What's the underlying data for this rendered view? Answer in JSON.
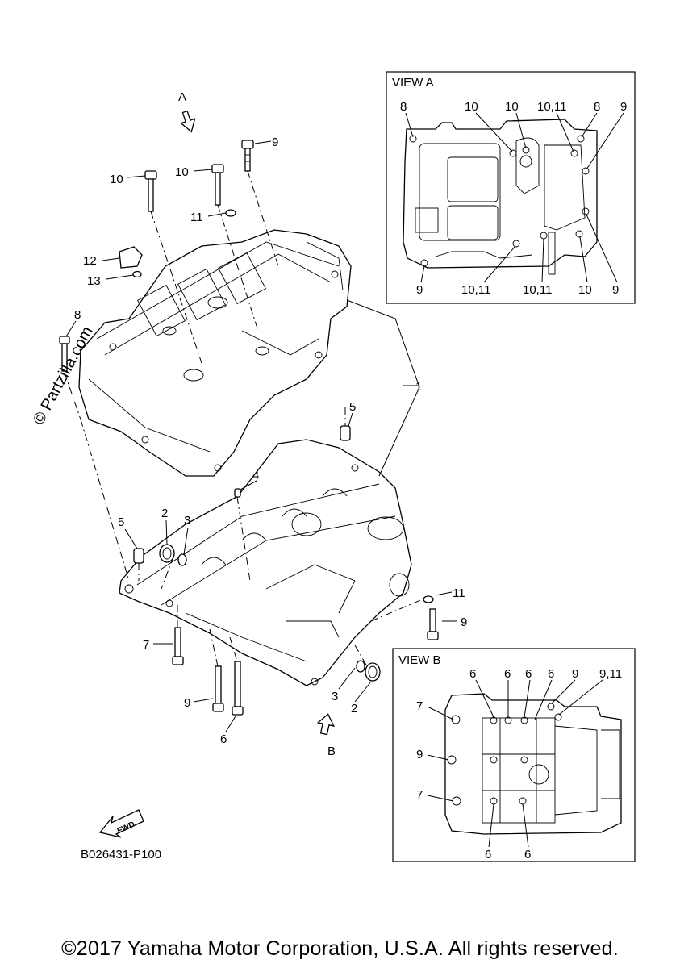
{
  "view_a": {
    "title": "VIEW A",
    "top_labels": [
      "8",
      "10",
      "10",
      "10,11",
      "8",
      "9"
    ],
    "bottom_labels": [
      "9",
      "10,11",
      "10,11",
      "10",
      "9"
    ]
  },
  "view_b": {
    "title": "VIEW B",
    "top_labels": [
      "6",
      "6",
      "6",
      "6",
      "9",
      "9,11"
    ],
    "left_labels": [
      "7",
      "9",
      "7"
    ],
    "bottom_labels": [
      "6",
      "6"
    ]
  },
  "arrows": {
    "a": "A",
    "b": "B",
    "fwd": "FWD"
  },
  "watermark": "© Partzilla.com",
  "parts": [
    {
      "id": "1",
      "text": "1"
    },
    {
      "id": "2a",
      "text": "2"
    },
    {
      "id": "2b",
      "text": "2"
    },
    {
      "id": "3a",
      "text": "3"
    },
    {
      "id": "3b",
      "text": "3"
    },
    {
      "id": "4",
      "text": "4"
    },
    {
      "id": "5a",
      "text": "5"
    },
    {
      "id": "5b",
      "text": "5"
    },
    {
      "id": "6",
      "text": "6"
    },
    {
      "id": "7",
      "text": "7"
    },
    {
      "id": "8",
      "text": "8"
    },
    {
      "id": "9a",
      "text": "9"
    },
    {
      "id": "9b",
      "text": "9"
    },
    {
      "id": "9c",
      "text": "9"
    },
    {
      "id": "10a",
      "text": "10"
    },
    {
      "id": "10b",
      "text": "10"
    },
    {
      "id": "11a",
      "text": "11"
    },
    {
      "id": "11b",
      "text": "11"
    },
    {
      "id": "12",
      "text": "12"
    },
    {
      "id": "13",
      "text": "13"
    }
  ],
  "diagram_code": "B026431-P100",
  "copyright": "©2017 Yamaha Motor Corporation, U.S.A. All rights reserved."
}
